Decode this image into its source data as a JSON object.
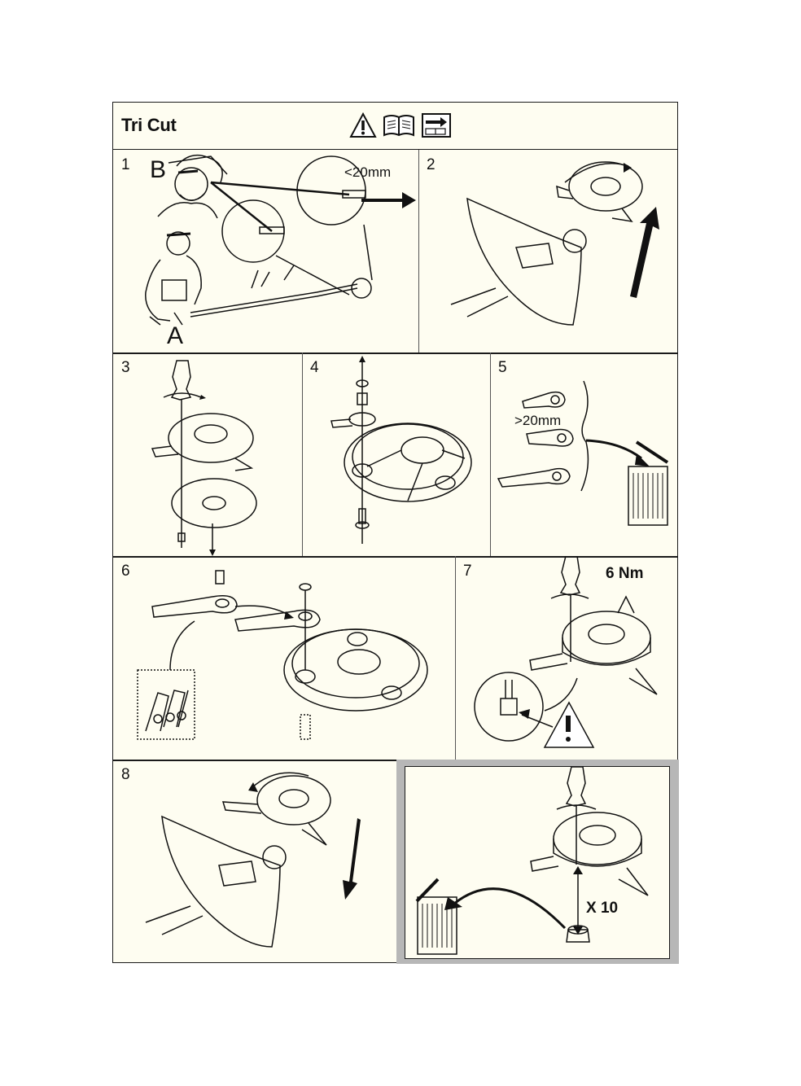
{
  "header": {
    "title": "Tri Cut",
    "icons": [
      "warning-triangle-icon",
      "manual-book-icon",
      "instruction-sheet-icon"
    ]
  },
  "panels": [
    {
      "number": "1",
      "labels": {
        "b": "B",
        "a": "A",
        "measure": "<20mm"
      }
    },
    {
      "number": "2"
    },
    {
      "number": "3"
    },
    {
      "number": "4"
    },
    {
      "number": "5",
      "labels": {
        "measure": ">20mm"
      }
    },
    {
      "number": "6"
    },
    {
      "number": "7",
      "labels": {
        "torque": "6 Nm"
      }
    },
    {
      "number": "8"
    },
    {
      "number": "",
      "labels": {
        "repeat": "X 10"
      }
    }
  ]
}
